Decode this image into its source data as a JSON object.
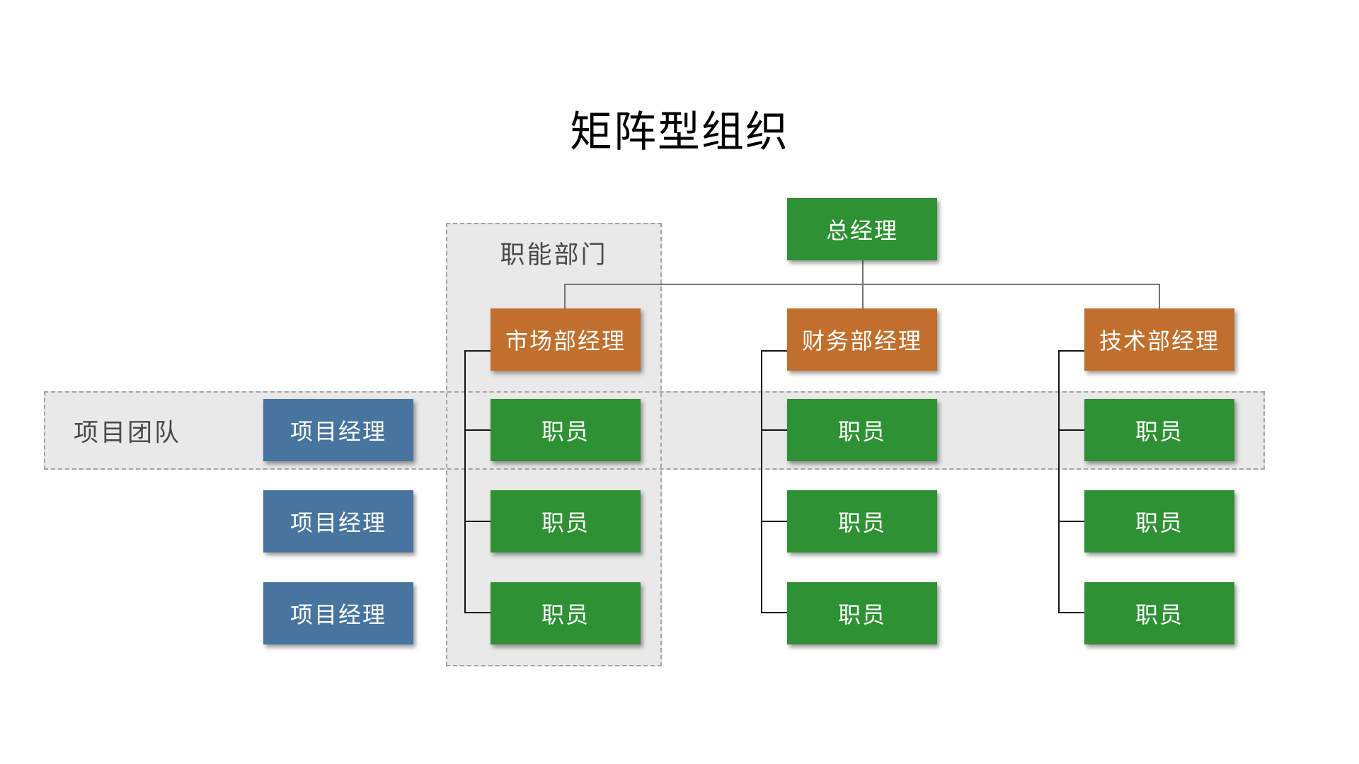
{
  "title": "矩阵型组织",
  "zones": {
    "functional": {
      "label": "职能部门"
    },
    "project_team": {
      "label": "项目团队"
    }
  },
  "org": {
    "general_manager": {
      "label": "总经理"
    },
    "managers": [
      {
        "label": "市场部经理"
      },
      {
        "label": "财务部经理"
      },
      {
        "label": "技术部经理"
      }
    ],
    "staff_label": "职员",
    "project_managers": [
      {
        "label": "项目经理"
      },
      {
        "label": "项目经理"
      },
      {
        "label": "项目经理"
      }
    ]
  },
  "colors": {
    "background": "#ffffff",
    "title_text": "#000000",
    "node_green": "#2e9133",
    "node_orange": "#c06f2d",
    "node_blue": "#48759f",
    "node_text": "#ffffff",
    "zone_fill": "#e9e9e9",
    "zone_border": "#a4a4a4",
    "zone_label_text": "#4a4a4a",
    "connector_primary": "#141414",
    "connector_secondary": "#757575"
  }
}
